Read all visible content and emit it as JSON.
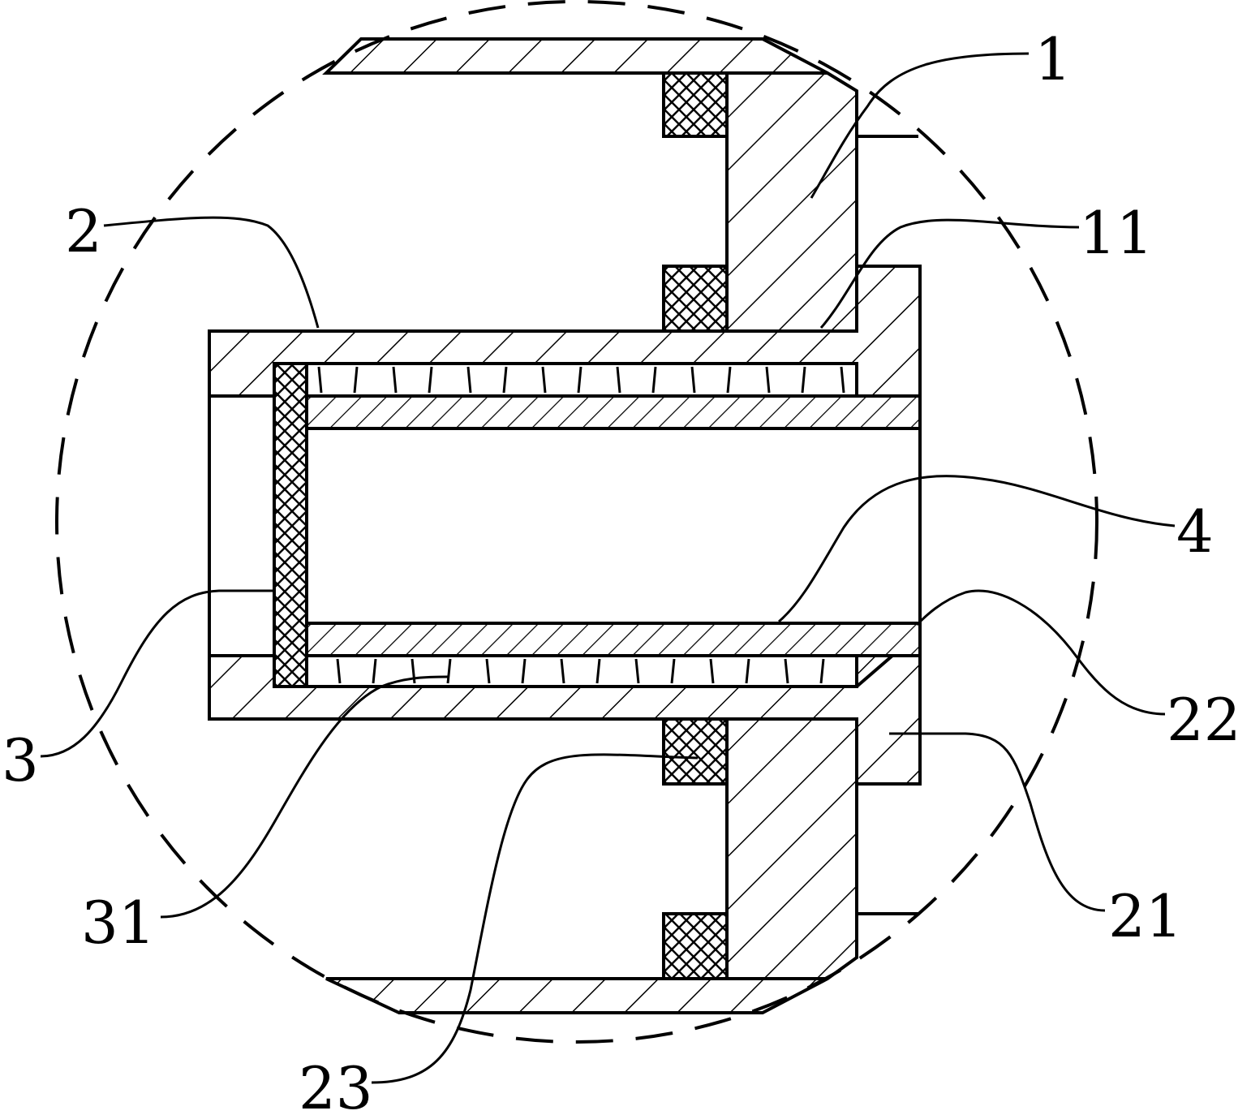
{
  "labels": {
    "l1": "1",
    "l11": "11",
    "l2": "2",
    "l4": "4",
    "l3": "3",
    "l22": "22",
    "l21": "21",
    "l31": "31",
    "l23": "23"
  }
}
